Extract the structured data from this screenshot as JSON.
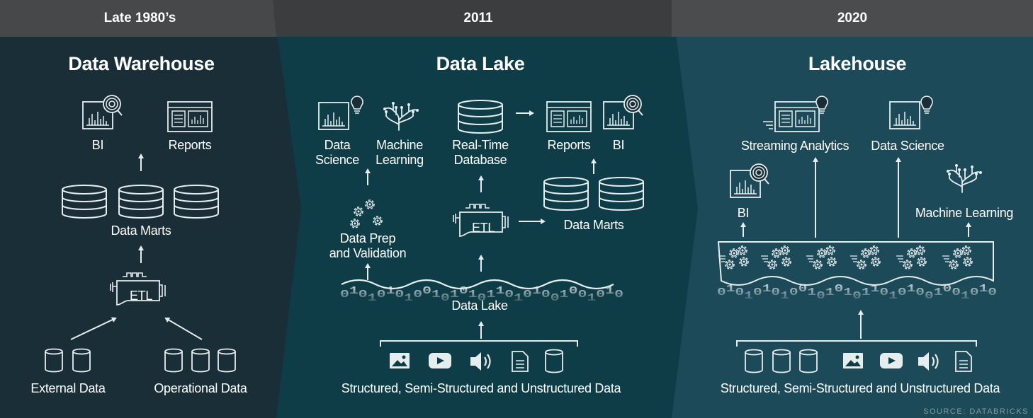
{
  "headers": [
    "Late 1980’s",
    "2011",
    "2020"
  ],
  "source": "SOURCE: DATABRICKS",
  "warehouse": {
    "title": "Data Warehouse",
    "bi": "BI",
    "reports": "Reports",
    "data_marts": "Data Marts",
    "etl": "ETL",
    "external_data": "External Data",
    "operational_data": "Operational Data"
  },
  "lake": {
    "title": "Data Lake",
    "data_science_1": "Data",
    "data_science_2": "Science",
    "ml_1": "Machine",
    "ml_2": "Learning",
    "rt_1": "Real-Time",
    "rt_2": "Database",
    "reports": "Reports",
    "bi": "BI",
    "data_marts": "Data Marts",
    "etl": "ETL",
    "prep_1": "Data Prep",
    "prep_2": "and Validation",
    "data_lake": "Data Lake",
    "binary": "0101010100101010110101001001010",
    "sources": "Structured, Semi-Structured and Unstructured Data"
  },
  "lakehouse": {
    "title": "Lakehouse",
    "streaming": "Streaming Analytics",
    "data_science": "Data Science",
    "bi": "BI",
    "ml": "Machine Learning",
    "binary": "0101010100101010110101001001010",
    "sources": "Structured, Semi-Structured and Unstructured Data"
  },
  "colors": {
    "panel1": "#1a2e38",
    "panel2": "#0e3d48",
    "panel3": "#1c4a58",
    "header1": "#464849",
    "header2": "#3b3d3e",
    "header3": "#4a4c4d",
    "line": "#e6edef"
  }
}
